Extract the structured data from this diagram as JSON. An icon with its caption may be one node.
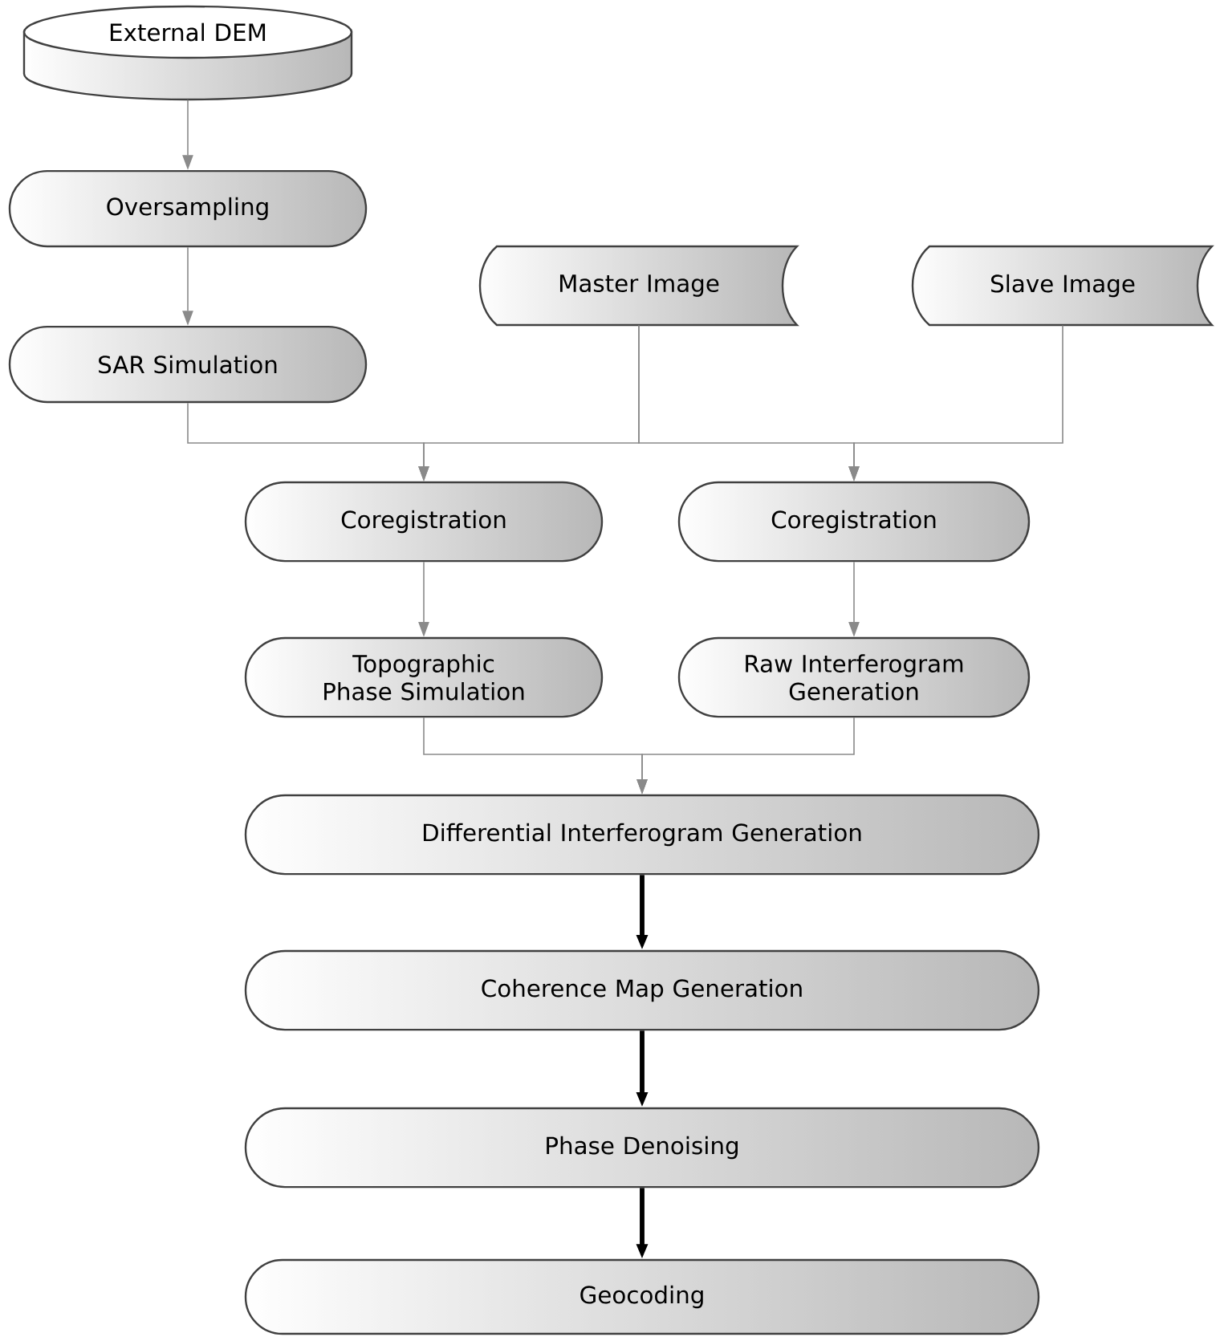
{
  "diagram": {
    "nodes": [
      {
        "text": [
          "External DEM"
        ]
      },
      {
        "text": [
          "Oversampling"
        ]
      },
      {
        "text": [
          "SAR Simulation"
        ]
      },
      {
        "text": [
          "Master Image"
        ]
      },
      {
        "text": [
          "Slave Image"
        ]
      },
      {
        "text": [
          "Coregistration"
        ]
      },
      {
        "text": [
          "Coregistration"
        ]
      },
      {
        "text": [
          "Topographic Phase Simulation"
        ]
      },
      {
        "text": [
          "Raw Interferogram Generation"
        ]
      },
      {
        "text": [
          "Differential Interferogram Generation"
        ]
      },
      {
        "text": [
          "Coherence Map Generation"
        ]
      },
      {
        "text": [
          "Phase Denoising"
        ]
      },
      {
        "text": [
          "Geocoding"
        ]
      }
    ],
    "edges": [
      {
        "from": 0,
        "to": 1,
        "arrow": "to"
      },
      {
        "from": 1,
        "to": 2,
        "arrow": "to"
      },
      {
        "from": 2,
        "to": 5,
        "arrow": "to"
      },
      {
        "from": 3,
        "to": 5,
        "arrow": "to"
      },
      {
        "from": 3,
        "to": 6,
        "arrow": "to"
      },
      {
        "from": 4,
        "to": 6,
        "arrow": "to"
      },
      {
        "from": 5,
        "to": 7,
        "arrow": "to"
      },
      {
        "from": 6,
        "to": 8,
        "arrow": "to"
      },
      {
        "from": 7,
        "to": 9,
        "arrow": "to"
      },
      {
        "from": 8,
        "to": 9,
        "arrow": "to"
      },
      {
        "from": 9,
        "to": 10,
        "arrow": "to",
        "style": "thick",
        "color": "#000000"
      },
      {
        "from": 10,
        "to": 11,
        "arrow": "to",
        "style": "thick",
        "color": "#000000"
      },
      {
        "from": 11,
        "to": 12,
        "arrow": "to",
        "style": "thick",
        "color": "#000000"
      }
    ]
  }
}
